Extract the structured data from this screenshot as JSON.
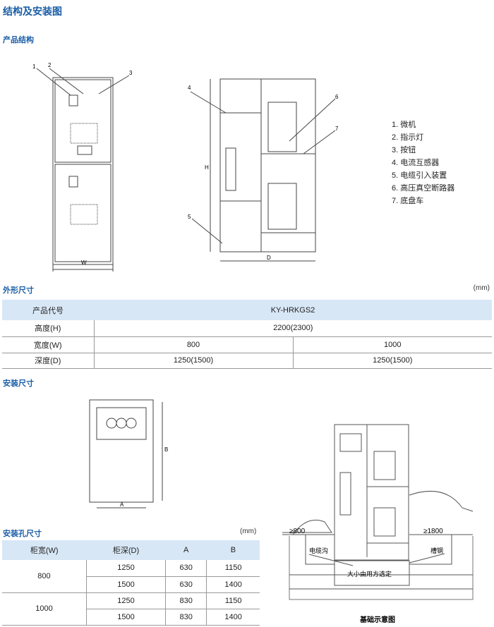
{
  "title": "结构及安装图",
  "sections": {
    "structure": "产品结构",
    "outer": "外形尺寸",
    "install": "安装尺寸",
    "holes": "安装孔尺寸"
  },
  "unit": "(mm)",
  "drawing_labels": {
    "front_callouts": [
      "1",
      "2",
      "3"
    ],
    "side_callouts": [
      "4",
      "5",
      "6",
      "7"
    ],
    "W": "W",
    "D": "D",
    "H": "H",
    "A": "A",
    "B": "B"
  },
  "legend": [
    "1. 微机",
    "2. 指示灯",
    "3. 按钮",
    "4. 电流互感器",
    "5. 电缆引入装置",
    "6. 高压真空断路器",
    "7. 底盘车"
  ],
  "outer_table": {
    "header": [
      "产品代号",
      "KY-HRKGS2"
    ],
    "height": [
      "高度(H)",
      "2200(2300)"
    ],
    "width": [
      "宽度(W)",
      "800",
      "1000"
    ],
    "depth": [
      "深度(D)",
      "1250(1500)",
      "1250(1500)"
    ]
  },
  "hole_table": {
    "header": [
      "柜宽(W)",
      "柜深(D)",
      "A",
      "B"
    ],
    "groups": [
      {
        "w": "800",
        "rows": [
          [
            "1250",
            "630",
            "1150"
          ],
          [
            "1500",
            "630",
            "1400"
          ]
        ]
      },
      {
        "w": "1000",
        "rows": [
          [
            "1250",
            "830",
            "1150"
          ],
          [
            "1500",
            "830",
            "1400"
          ]
        ]
      }
    ]
  },
  "foundation": {
    "left_gap": "≥800",
    "right_gap": "≥1800",
    "trench": "电缆沟",
    "channel": "槽钢",
    "pit": "大小由用方选定",
    "caption": "基础示意图"
  }
}
